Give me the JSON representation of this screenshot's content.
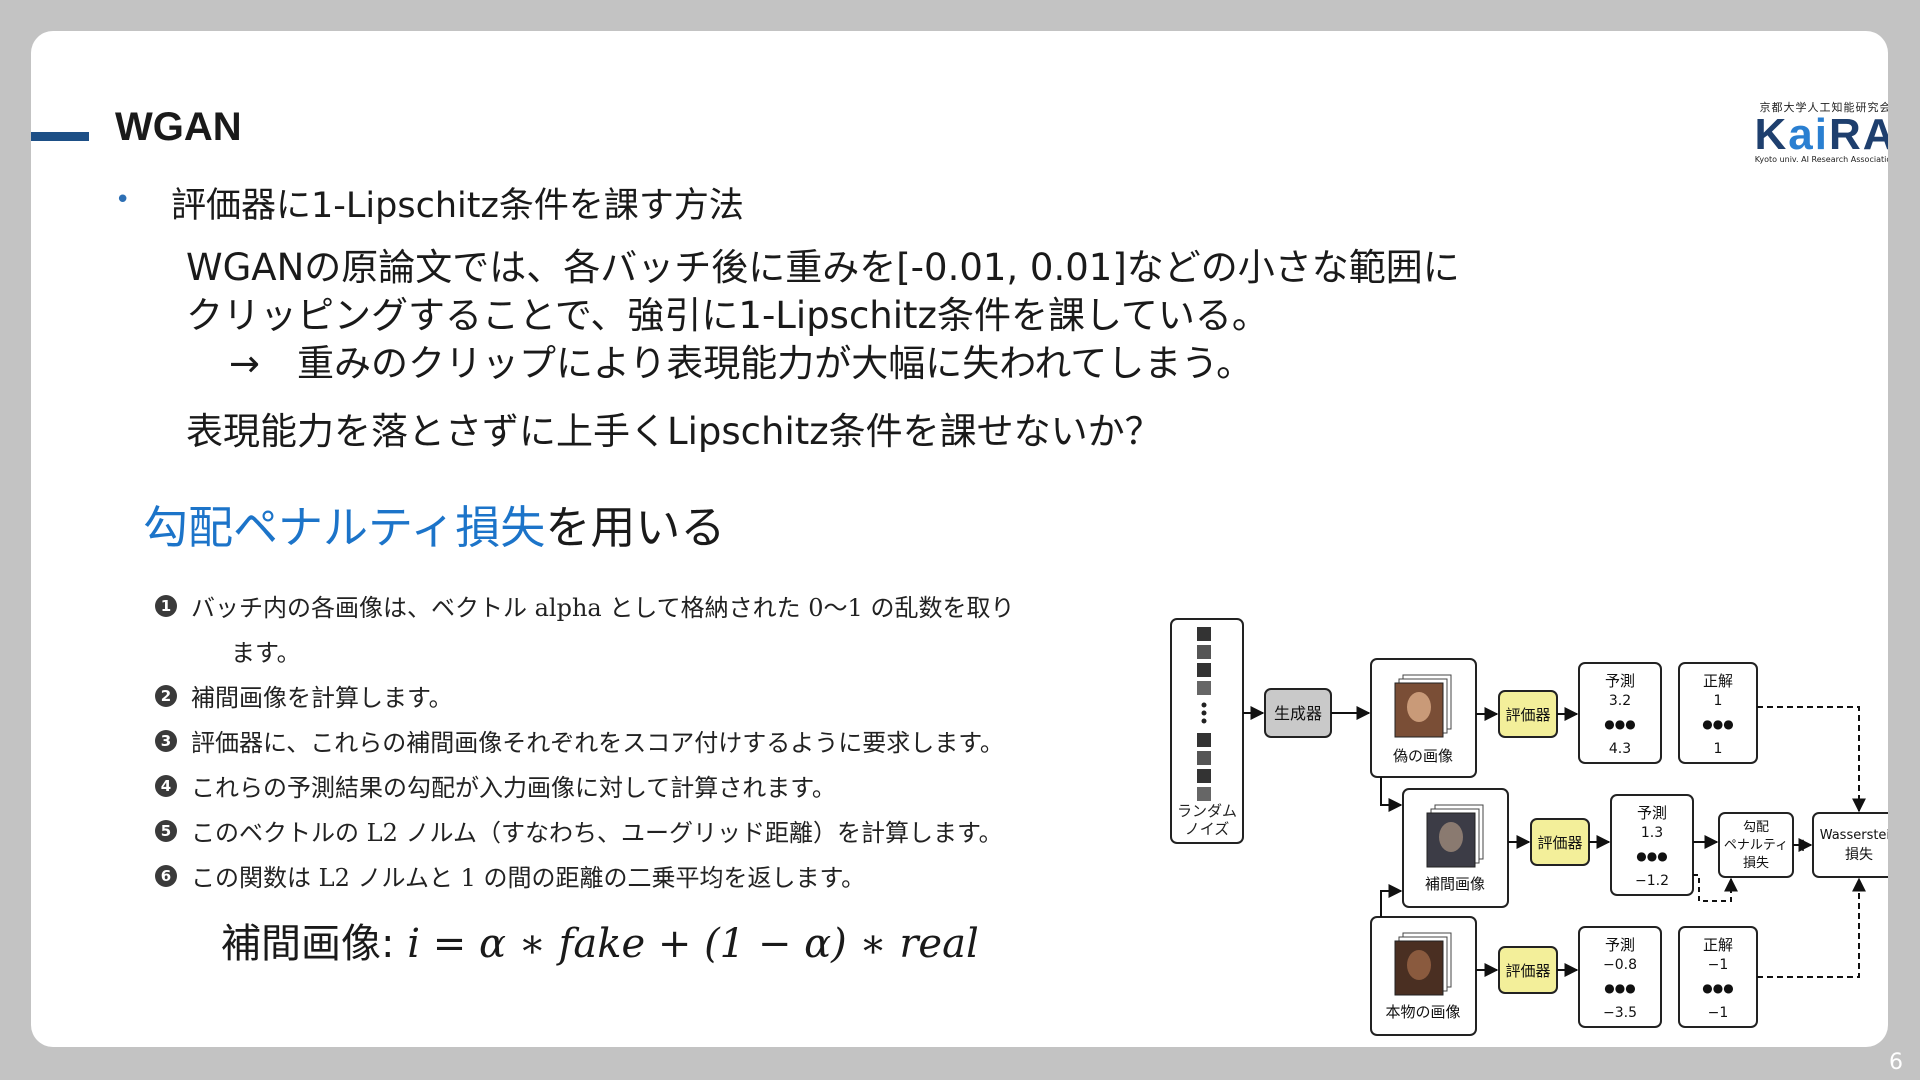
{
  "header": {
    "title": "WGAN",
    "logo": {
      "top": "京都大学人工知能研究会",
      "main_a": "K",
      "main_b": "ai",
      "main_c": "RA",
      "sub": "Kyoto univ. AI Research Association"
    }
  },
  "bullet": "評価器に1-Lipschitz条件を課す方法",
  "body": {
    "line1": "WGANの原論文では、各バッチ後に重みを[-0.01, 0.01]などの小さな範囲に",
    "line2": "クリッピングすることで、強引に1-Lipschitz条件を課している。",
    "line3": "→　重みのクリップにより表現能力が大幅に失われてしまう。",
    "line4": "表現能力を落とさずに上手くLipschitz条件を課せないか？"
  },
  "gradient_penalty": {
    "highlight": "勾配ペナルティ損失",
    "rest": "を用いる"
  },
  "steps": [
    {
      "num": "1",
      "text": "バッチ内の各画像は、ベクトル alpha として格納された 0〜1 の乱数を取り"
    },
    {
      "num": "",
      "text": "ます。"
    },
    {
      "num": "2",
      "text": "補間画像を計算します。"
    },
    {
      "num": "3",
      "text": "評価器に、これらの補間画像それぞれをスコア付けするように要求します。"
    },
    {
      "num": "4",
      "text": "これらの予測結果の勾配が入力画像に対して計算されます。"
    },
    {
      "num": "5",
      "text": "このベクトルの L2 ノルム（すなわち、ユーグリッド距離）を計算します。"
    },
    {
      "num": "6",
      "text": "この関数は L2 ノルムと 1 の間の距離の二乗平均を返します。"
    }
  ],
  "formula": {
    "label": "補間画像:",
    "expr": "i =  α ∗ fake + (1 − α) ∗ real"
  },
  "diagram": {
    "noise_label_1": "ランダム",
    "noise_label_2": "ノイズ",
    "generator": "生成器",
    "fake_images": "偽の画像",
    "interp_images": "補間画像",
    "real_images": "本物の画像",
    "critic": "評価器",
    "pred_label": "予測",
    "truth_label": "正解",
    "dots": "●●●",
    "fake_pred": [
      "3.2",
      "4.3"
    ],
    "fake_truth": [
      "1",
      "1"
    ],
    "interp_pred": [
      "1.3",
      "−1.2"
    ],
    "real_pred": [
      "−0.8",
      "−3.5"
    ],
    "real_truth": [
      "−1",
      "−1"
    ],
    "gp_box_1": "勾配",
    "gp_box_2": "ペナルティ",
    "gp_box_3": "損失",
    "wass_1": "Wasserstein",
    "wass_2": "損失",
    "plus": "+"
  },
  "page_number": "6",
  "colors": {
    "accent": "#1d4f86",
    "highlight_blue": "#1c74c9",
    "critic_yellow": "#f3ef9a",
    "generator_gray": "#c9c9c9"
  }
}
